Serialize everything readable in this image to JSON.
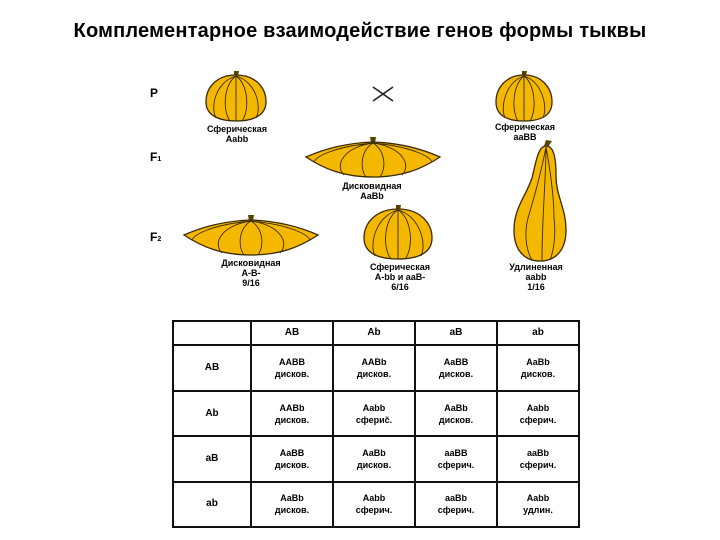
{
  "title": "Комплементарное взаимодействие генов формы тыквы",
  "generations": {
    "p": {
      "letter": "P",
      "sub": ""
    },
    "f1": {
      "letter": "F",
      "sub": "1"
    },
    "f2": {
      "letter": "F",
      "sub": "2"
    }
  },
  "cross_symbol": "×",
  "colors": {
    "pumpkin_fill": "#f5b800",
    "pumpkin_stroke": "#3a2a00"
  },
  "pumpkins": {
    "p_left": {
      "shape": "Сферическая",
      "genotype": "Aabb",
      "icon": "spherical-pumpkin-icon"
    },
    "p_right": {
      "shape": "Сферическая",
      "genotype": "aaBB",
      "icon": "spherical-pumpkin-icon"
    },
    "f1": {
      "shape": "Дисковидная",
      "genotype": "AaBb",
      "icon": "disc-pumpkin-icon"
    },
    "f2_disc": {
      "shape": "Дисковидная",
      "genotype": "A-B-",
      "ratio": "9/16",
      "icon": "disc-pumpkin-icon"
    },
    "f2_sphere": {
      "shape": "Сферическая",
      "genotype": "A-bb и aaB-",
      "ratio": "6/16",
      "icon": "spherical-pumpkin-icon"
    },
    "f2_long": {
      "shape": "Удлиненная",
      "genotype": "aabb",
      "ratio": "1/16",
      "icon": "elongated-pumpkin-icon"
    }
  },
  "punnett": {
    "col_headers": [
      "AB",
      "Ab",
      "aB",
      "ab"
    ],
    "rows": [
      {
        "header": "AB",
        "cells": [
          {
            "genotype": "AABB",
            "phenotype": "дисков."
          },
          {
            "genotype": "AABb",
            "phenotype": "дисков."
          },
          {
            "genotype": "AaBB",
            "phenotype": "дисков."
          },
          {
            "genotype": "AaBb",
            "phenotype": "дисков."
          }
        ]
      },
      {
        "header": "Ab",
        "cells": [
          {
            "genotype": "AABb",
            "phenotype": "дисков."
          },
          {
            "genotype": "Aabb",
            "phenotype": "сфериč."
          },
          {
            "genotype": "AaBb",
            "phenotype": "дисков."
          },
          {
            "genotype": "Aabb",
            "phenotype": "сферич."
          }
        ]
      },
      {
        "header": "aB",
        "cells": [
          {
            "genotype": "AaBB",
            "phenotype": "дисков."
          },
          {
            "genotype": "AaBb",
            "phenotype": "дисков."
          },
          {
            "genotype": "aaBB",
            "phenotype": "сферич."
          },
          {
            "genotype": "aaBb",
            "phenotype": "сферич."
          }
        ]
      },
      {
        "header": "ab",
        "cells": [
          {
            "genotype": "AaBb",
            "phenotype": "дисков."
          },
          {
            "genotype": "Aabb",
            "phenotype": "сферич."
          },
          {
            "genotype": "aaBb",
            "phenotype": "сферич."
          },
          {
            "genotype": "Aabb",
            "phenotype": "удлин."
          }
        ]
      }
    ]
  }
}
